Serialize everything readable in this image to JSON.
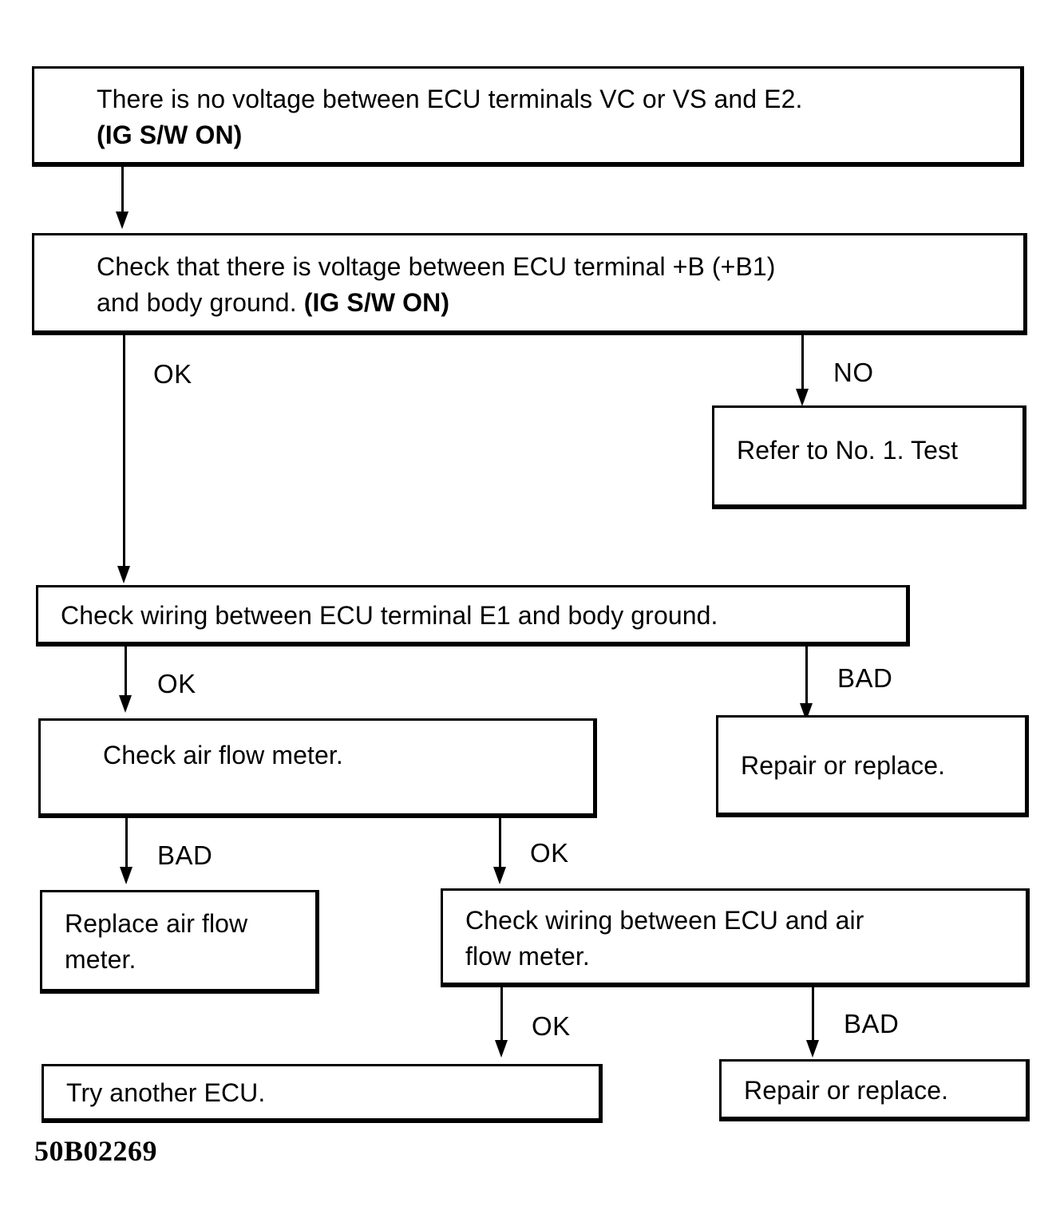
{
  "diagram": {
    "reference_code": "50B02269",
    "nodes": [
      {
        "id": "symptom",
        "line1": "There is no voltage between ECU terminals VC or VS and E2.",
        "line2": "(IG S/W ON)"
      },
      {
        "id": "check-b-voltage",
        "line1": "Check that there is voltage between ECU terminal +B (+B1)",
        "line2_plain": "and body ground. ",
        "line2_bold": "(IG S/W ON)"
      },
      {
        "id": "refer-test",
        "line1": "Refer to No. 1. Test"
      },
      {
        "id": "check-e1-wiring",
        "line1": "Check wiring between ECU terminal E1 and body ground."
      },
      {
        "id": "check-air-flow-meter",
        "line1": "Check air flow meter."
      },
      {
        "id": "repair-or-replace-1",
        "line1": "Repair or replace."
      },
      {
        "id": "replace-air-flow-meter",
        "line1": "Replace air flow",
        "line2": "meter."
      },
      {
        "id": "check-ecu-afm-wiring",
        "line1": "Check wiring between ECU and air",
        "line2": "flow meter."
      },
      {
        "id": "try-another-ecu",
        "line1": "Try another ECU."
      },
      {
        "id": "repair-or-replace-2",
        "line1": "Repair or replace."
      }
    ],
    "edge_labels": {
      "b_voltage_ok": "OK",
      "b_voltage_no": "NO",
      "e1_wiring_ok": "OK",
      "e1_wiring_bad": "BAD",
      "afm_bad": "BAD",
      "afm_ok": "OK",
      "ecu_afm_ok": "OK",
      "ecu_afm_bad": "BAD"
    }
  }
}
